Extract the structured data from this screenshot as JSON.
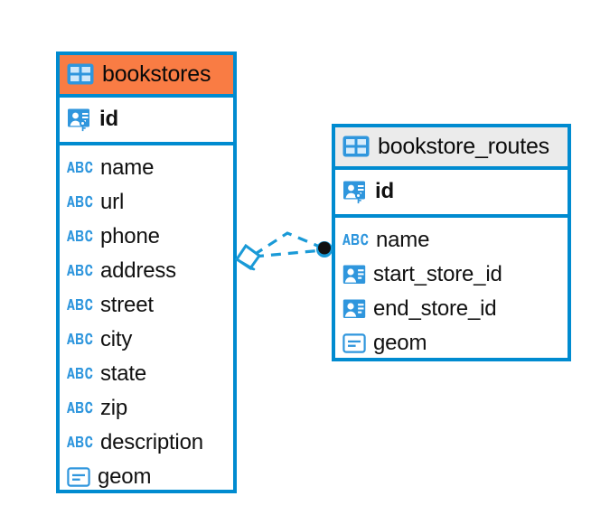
{
  "diagram": {
    "type": "entity-relationship-diagram",
    "background_color": "#ffffff",
    "accent_color": "#008bd0",
    "highlight_color": "#f97c44",
    "header_grey": "#ebebeb"
  },
  "entities": [
    {
      "name": "bookstores",
      "header_color": "#f97c44",
      "title_icon": "table-icon",
      "primary_key": {
        "label": "id",
        "icon": "primary-key-icon"
      },
      "fields": [
        {
          "label": "name",
          "icon": "abc-text-icon"
        },
        {
          "label": "url",
          "icon": "abc-text-icon"
        },
        {
          "label": "phone",
          "icon": "abc-text-icon"
        },
        {
          "label": "address",
          "icon": "abc-text-icon"
        },
        {
          "label": "street",
          "icon": "abc-text-icon"
        },
        {
          "label": "city",
          "icon": "abc-text-icon"
        },
        {
          "label": "state",
          "icon": "abc-text-icon"
        },
        {
          "label": "zip",
          "icon": "abc-text-icon"
        },
        {
          "label": "description",
          "icon": "abc-text-icon"
        },
        {
          "label": "geom",
          "icon": "geometry-icon"
        }
      ]
    },
    {
      "name": "bookstore_routes",
      "header_color": "#ebebeb",
      "title_icon": "table-icon",
      "primary_key": {
        "label": "id",
        "icon": "primary-key-icon"
      },
      "fields": [
        {
          "label": "name",
          "icon": "abc-text-icon"
        },
        {
          "label": "start_store_id",
          "icon": "foreign-key-icon"
        },
        {
          "label": "end_store_id",
          "icon": "foreign-key-icon"
        },
        {
          "label": "geom",
          "icon": "geometry-icon"
        }
      ]
    }
  ],
  "relationship": {
    "from_entity": "bookstores",
    "to_entity": "bookstore_routes",
    "line_style": "dashed",
    "line_color": "#1a9ad7",
    "source_marker": "crows-foot-diamond",
    "target_marker": "filled-circle",
    "target_marker_color": "#111111"
  }
}
